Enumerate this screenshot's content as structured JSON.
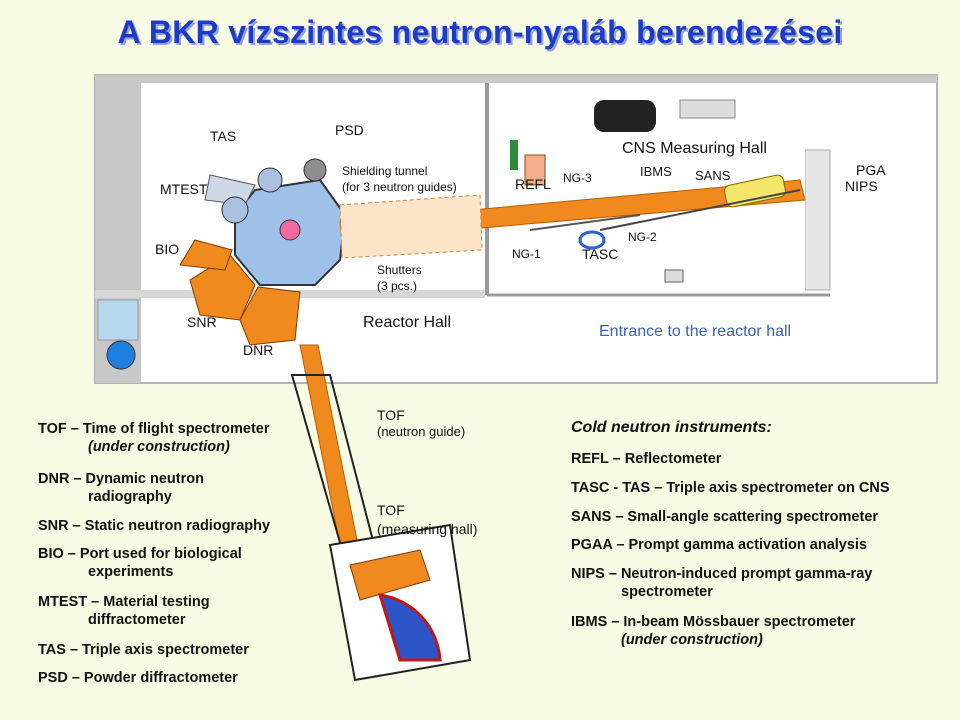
{
  "title": "A BKR vízszintes neutron-nyaláb berendezései",
  "plan_labels": {
    "tas": "TAS",
    "psd": "PSD",
    "mtest": "MTEST",
    "shielding_1": "Shielding tunnel",
    "shielding_2": "(for 3 neutron guides)",
    "cns_hall": "CNS Measuring Hall",
    "ibms": "IBMS",
    "sans": "SANS",
    "refl": "REFL",
    "ng3": "NG-3",
    "pga": "PGA",
    "nips": "NIPS",
    "bio": "BIO",
    "ng1": "NG-1",
    "tasc": "TASC",
    "ng2": "NG-2",
    "shutters_1": "Shutters",
    "shutters_2": "(3 pcs.)",
    "snr": "SNR",
    "dnr": "DNR",
    "reactor_hall": "Reactor Hall",
    "entrance": "Entrance to the reactor hall",
    "tof_guide_1": "TOF",
    "tof_guide_2": "(neutron guide)",
    "tof_hall_1": "TOF",
    "tof_hall_2": "(measuring hall)"
  },
  "left_legend": [
    {
      "line1": "TOF – Time of flight spectrometer",
      "line2": "(under construction)",
      "italic2": true
    },
    {
      "line1": "DNR – Dynamic neutron",
      "line2": "radiography",
      "italic2": false
    },
    {
      "line1": "SNR – Static neutron radiography",
      "line2": "",
      "italic2": false
    },
    {
      "line1": "BIO – Port used for biological",
      "line2": "experiments",
      "italic2": false
    },
    {
      "line1": "MTEST – Material testing",
      "line2": "diffractometer",
      "italic2": false
    },
    {
      "line1": "TAS – Triple axis spectrometer",
      "line2": "",
      "italic2": false
    },
    {
      "line1": "PSD – Powder diffractometer",
      "line2": "",
      "italic2": false
    }
  ],
  "right_legend": {
    "heading": "Cold neutron instruments:",
    "items": [
      {
        "line1": "REFL – Reflectometer",
        "line2": "",
        "italic2": false
      },
      {
        "line1": "TASC - TAS – Triple axis spectrometer on CNS",
        "line2": "",
        "italic2": false
      },
      {
        "line1": "SANS – Small-angle scattering spectrometer",
        "line2": "",
        "italic2": false
      },
      {
        "line1": "PGAA – Prompt gamma activation analysis",
        "line2": "",
        "italic2": false
      },
      {
        "line1": "NIPS – Neutron-induced prompt gamma-ray",
        "line2": "spectrometer",
        "italic2": false
      },
      {
        "line1": "IBMS – In-beam Mössbauer spectrometer",
        "line2": "(under construction)",
        "italic2": true
      }
    ]
  },
  "colors": {
    "title": "#1c3cc8",
    "background": "#f7fbe3",
    "floor": "#ffffff",
    "wall": "#c8c8c8",
    "beam": "#f08a1e",
    "reactor": "#9fc0e8",
    "core": "#f06aa0"
  }
}
